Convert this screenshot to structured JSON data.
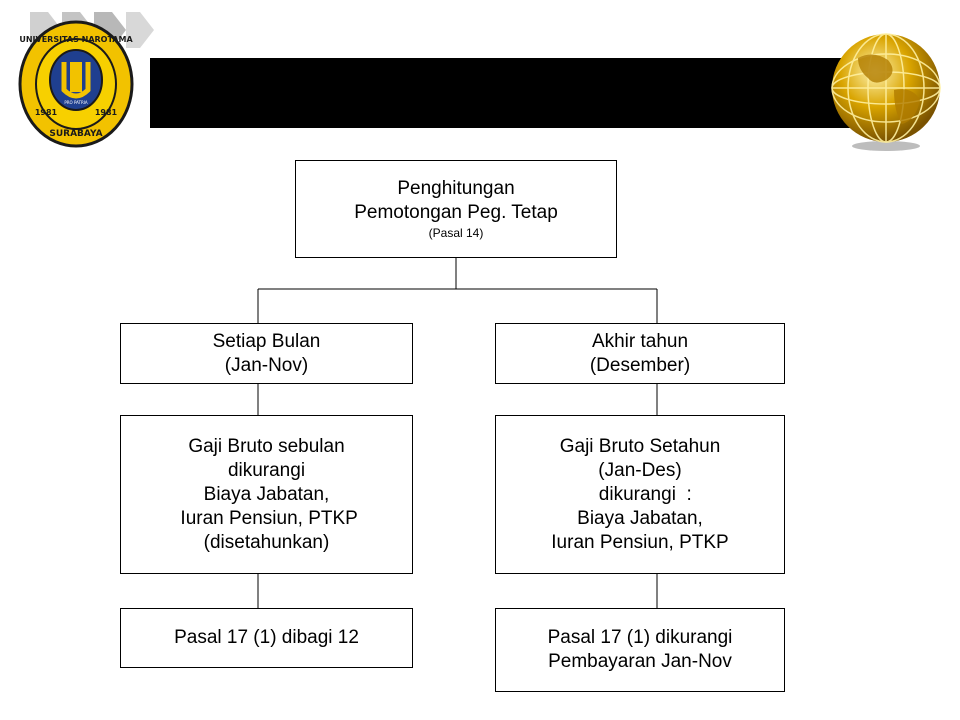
{
  "branding": {
    "logo_text": "UNIVERSITAS NAROTAMA SURABAYA 1981 PRO PATRIA",
    "logo_icon": "university-seal",
    "globe_icon": "gold-globe",
    "bar_color": "#000000"
  },
  "diagram": {
    "root": {
      "line1": "Penghitungan",
      "line2": "Pemotongan Peg. Tetap",
      "note": "(Pasal 14)"
    },
    "left": {
      "period": {
        "line1": "Setiap Bulan",
        "line2": "(Jan-Nov)"
      },
      "calc": {
        "lines": [
          "Gaji Bruto sebulan",
          "dikurangi",
          "Biaya Jabatan,",
          " Iuran Pensiun, PTKP",
          "(disetahunkan)"
        ]
      },
      "result": {
        "line1": "Pasal 17 (1) dibagi 12"
      }
    },
    "right": {
      "period": {
        "line1": "Akhir tahun",
        "line2": "(Desember)"
      },
      "calc": {
        "lines": [
          "Gaji Bruto Setahun",
          "(Jan-Des)",
          "  dikurangi  :",
          "Biaya Jabatan,",
          "Iuran Pensiun, PTKP"
        ]
      },
      "result": {
        "line1": "Pasal 17 (1) dikurangi",
        "line2": "Pembayaran Jan-Nov"
      }
    }
  }
}
